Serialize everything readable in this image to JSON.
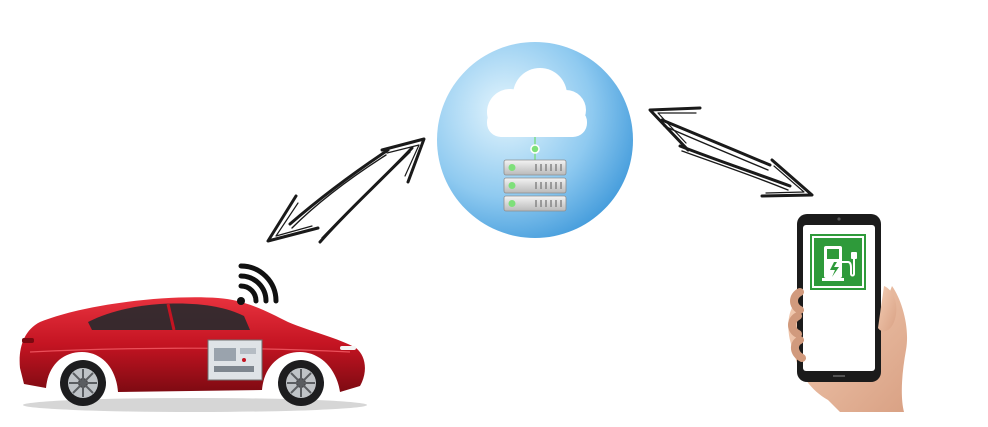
{
  "diagram": {
    "nodes": [
      {
        "id": "car",
        "kind": "connected-car"
      },
      {
        "id": "cloud",
        "kind": "cloud-server"
      },
      {
        "id": "phone",
        "kind": "smartphone-app"
      }
    ],
    "links": [
      {
        "from": "car",
        "to": "cloud",
        "direction": "bidirectional"
      },
      {
        "from": "cloud",
        "to": "phone",
        "direction": "bidirectional"
      }
    ],
    "phone_app_icon": "ev-charging-station-icon",
    "colors": {
      "cloud_circle_light": "#d6eefb",
      "cloud_circle_dark": "#2f8fd6",
      "car_red": "#c41422",
      "app_green": "#2e9a3a",
      "status_led": "#7ee07a",
      "arrow_stroke": "#1a1a1a"
    }
  }
}
